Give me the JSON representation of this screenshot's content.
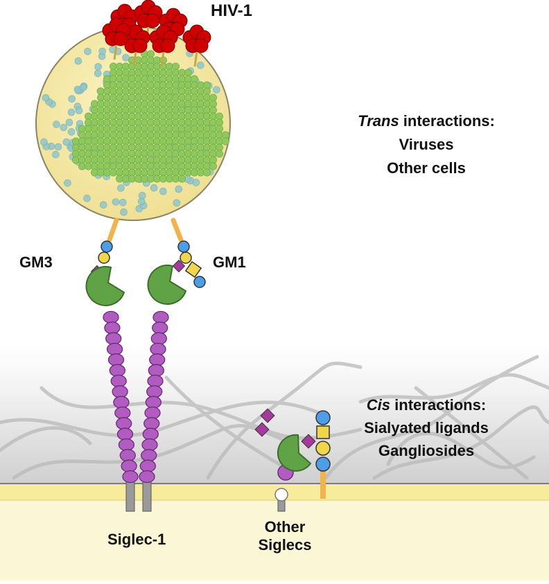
{
  "labels": {
    "virus": "HIV-1",
    "gm3": "GM3",
    "gm1": "GM1",
    "siglec1": "Siglec-1",
    "other_siglecs_line1": "Other",
    "other_siglecs_line2": "Siglecs"
  },
  "trans_block": {
    "heading_italic": "Trans",
    "heading_rest": " interactions:",
    "items": [
      "Viruses",
      "Other cells"
    ]
  },
  "cis_block": {
    "heading_italic": "Cis",
    "heading_rest": " interactions:",
    "items": [
      "Sialyated ligands",
      "Gangliosides"
    ]
  },
  "colors": {
    "virion_membrane": "#f4eaa6",
    "capsid": "#8fc95c",
    "envelope_spike": "#d10000",
    "siglec_domain": "#b05cc0",
    "lectin_domain": "#5fa346",
    "sialic_acid": "#a43a9c",
    "galactose": "#f0d64a",
    "glucose": "#4d9ee8",
    "ceramide_tail": "#f2b34a",
    "cell_membrane": "#f6ec9c",
    "cytoplasm": "#fbf6d5"
  }
}
